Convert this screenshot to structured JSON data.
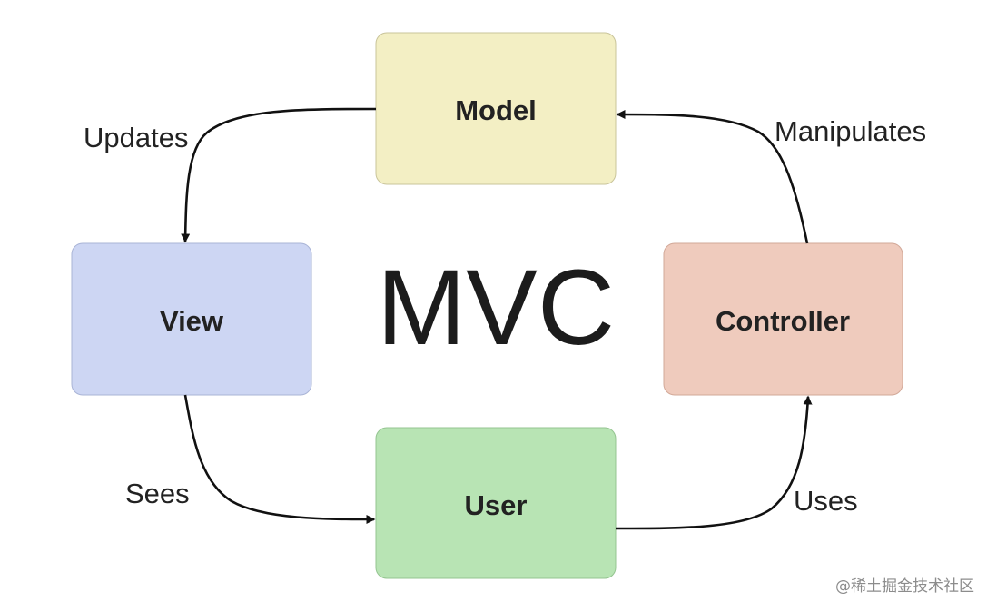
{
  "title": "MVC",
  "nodes": {
    "model": {
      "label": "Model",
      "color": "#f3efc4"
    },
    "view": {
      "label": "View",
      "color": "#cdd6f3"
    },
    "controller": {
      "label": "Controller",
      "color": "#efcbbd"
    },
    "user": {
      "label": "User",
      "color": "#b8e4b4"
    }
  },
  "edges": {
    "updates": "Updates",
    "manipulates": "Manipulates",
    "sees": "Sees",
    "uses": "Uses"
  },
  "watermark": "@稀土掘金技术社区"
}
